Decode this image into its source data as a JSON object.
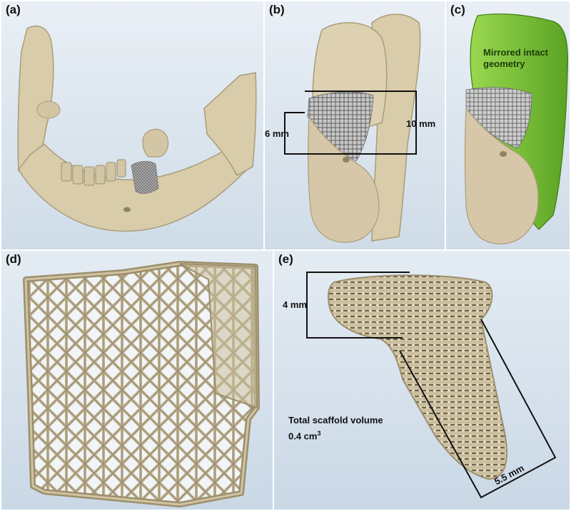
{
  "colors": {
    "background": "#dde7f0",
    "bone": "#d8ccab",
    "bone_shadow": "#a99c78",
    "cut_face": "#d6c7a8",
    "intact_geometry": "#7cc63a",
    "scaffold": "#cdc0a0",
    "annotation_line": "#111111"
  },
  "panels": {
    "a": {
      "label": "(a)"
    },
    "b": {
      "label": "(b)",
      "dim_height": "6 mm",
      "dim_width": "10 mm"
    },
    "c": {
      "label": "(c)",
      "annotation": "Mirrored intact geometry"
    },
    "d": {
      "label": "(d)"
    },
    "e": {
      "label": "(e)",
      "dim_height": "4 mm",
      "dim_length": "5.5 mm",
      "volume_label": "Total scaffold volume",
      "volume_value": "0.4 cm",
      "volume_exp": "3"
    }
  }
}
